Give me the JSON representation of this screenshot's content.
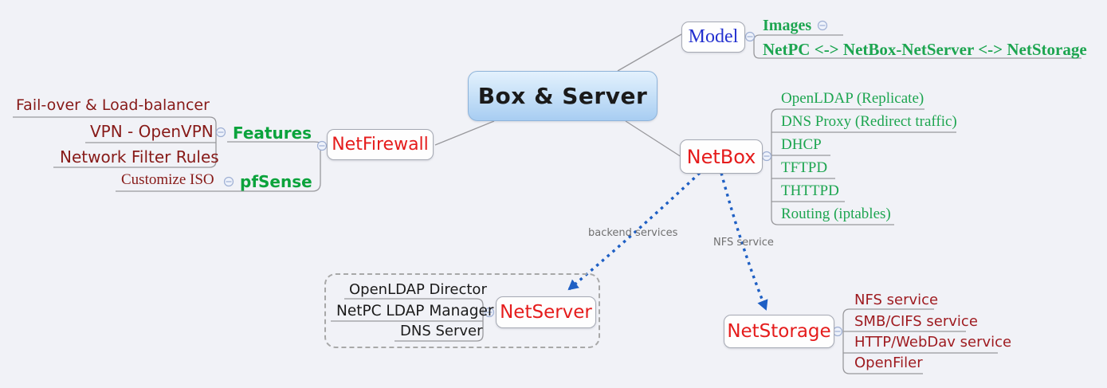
{
  "root": {
    "label": "Box & Server"
  },
  "branches": {
    "model": {
      "label": "Model",
      "children": [
        {
          "label": "Images"
        },
        {
          "label": "NetPC <-> NetBox-NetServer <-> NetStorage"
        }
      ]
    },
    "netfirewall": {
      "label": "NetFirewall",
      "features": {
        "label": "Features",
        "children": [
          {
            "label": "Fail-over & Load-balancer"
          },
          {
            "label": "VPN - OpenVPN"
          },
          {
            "label": "Network Filter Rules"
          }
        ]
      },
      "pfsense": {
        "label": "pfSense",
        "children": [
          {
            "label": "Customize ISO"
          }
        ]
      }
    },
    "netbox": {
      "label": "NetBox",
      "children": [
        {
          "label": "OpenLDAP (Replicate)"
        },
        {
          "label": "DNS Proxy (Redirect traffic)"
        },
        {
          "label": "DHCP"
        },
        {
          "label": "TFTPD"
        },
        {
          "label": "THTTPD"
        },
        {
          "label": "Routing (iptables)"
        }
      ]
    },
    "netserver": {
      "label": "NetServer",
      "children": [
        {
          "label": "OpenLDAP Director"
        },
        {
          "label": "NetPC LDAP Manager"
        },
        {
          "label": "DNS Server"
        }
      ]
    },
    "netstorage": {
      "label": "NetStorage",
      "children": [
        {
          "label": "NFS service"
        },
        {
          "label": "SMB/CIFS service"
        },
        {
          "label": "HTTP/WebDav service"
        },
        {
          "label": "OpenFiler"
        }
      ]
    }
  },
  "arrows": {
    "backend": {
      "label": "backend services"
    },
    "nfs": {
      "label": "NFS service"
    }
  },
  "colors": {
    "background": "#f1f2f7",
    "node_red": "#e51c1c",
    "leaf_dark_red": "#8b1a17",
    "leaf_green": "#1da550",
    "model_blue": "#2330cf",
    "arrow_blue": "#1e5fc4",
    "connector_gray": "#98989c",
    "central_fill_top": "#e3f1fd",
    "central_fill_bottom": "#a8cdf2"
  }
}
